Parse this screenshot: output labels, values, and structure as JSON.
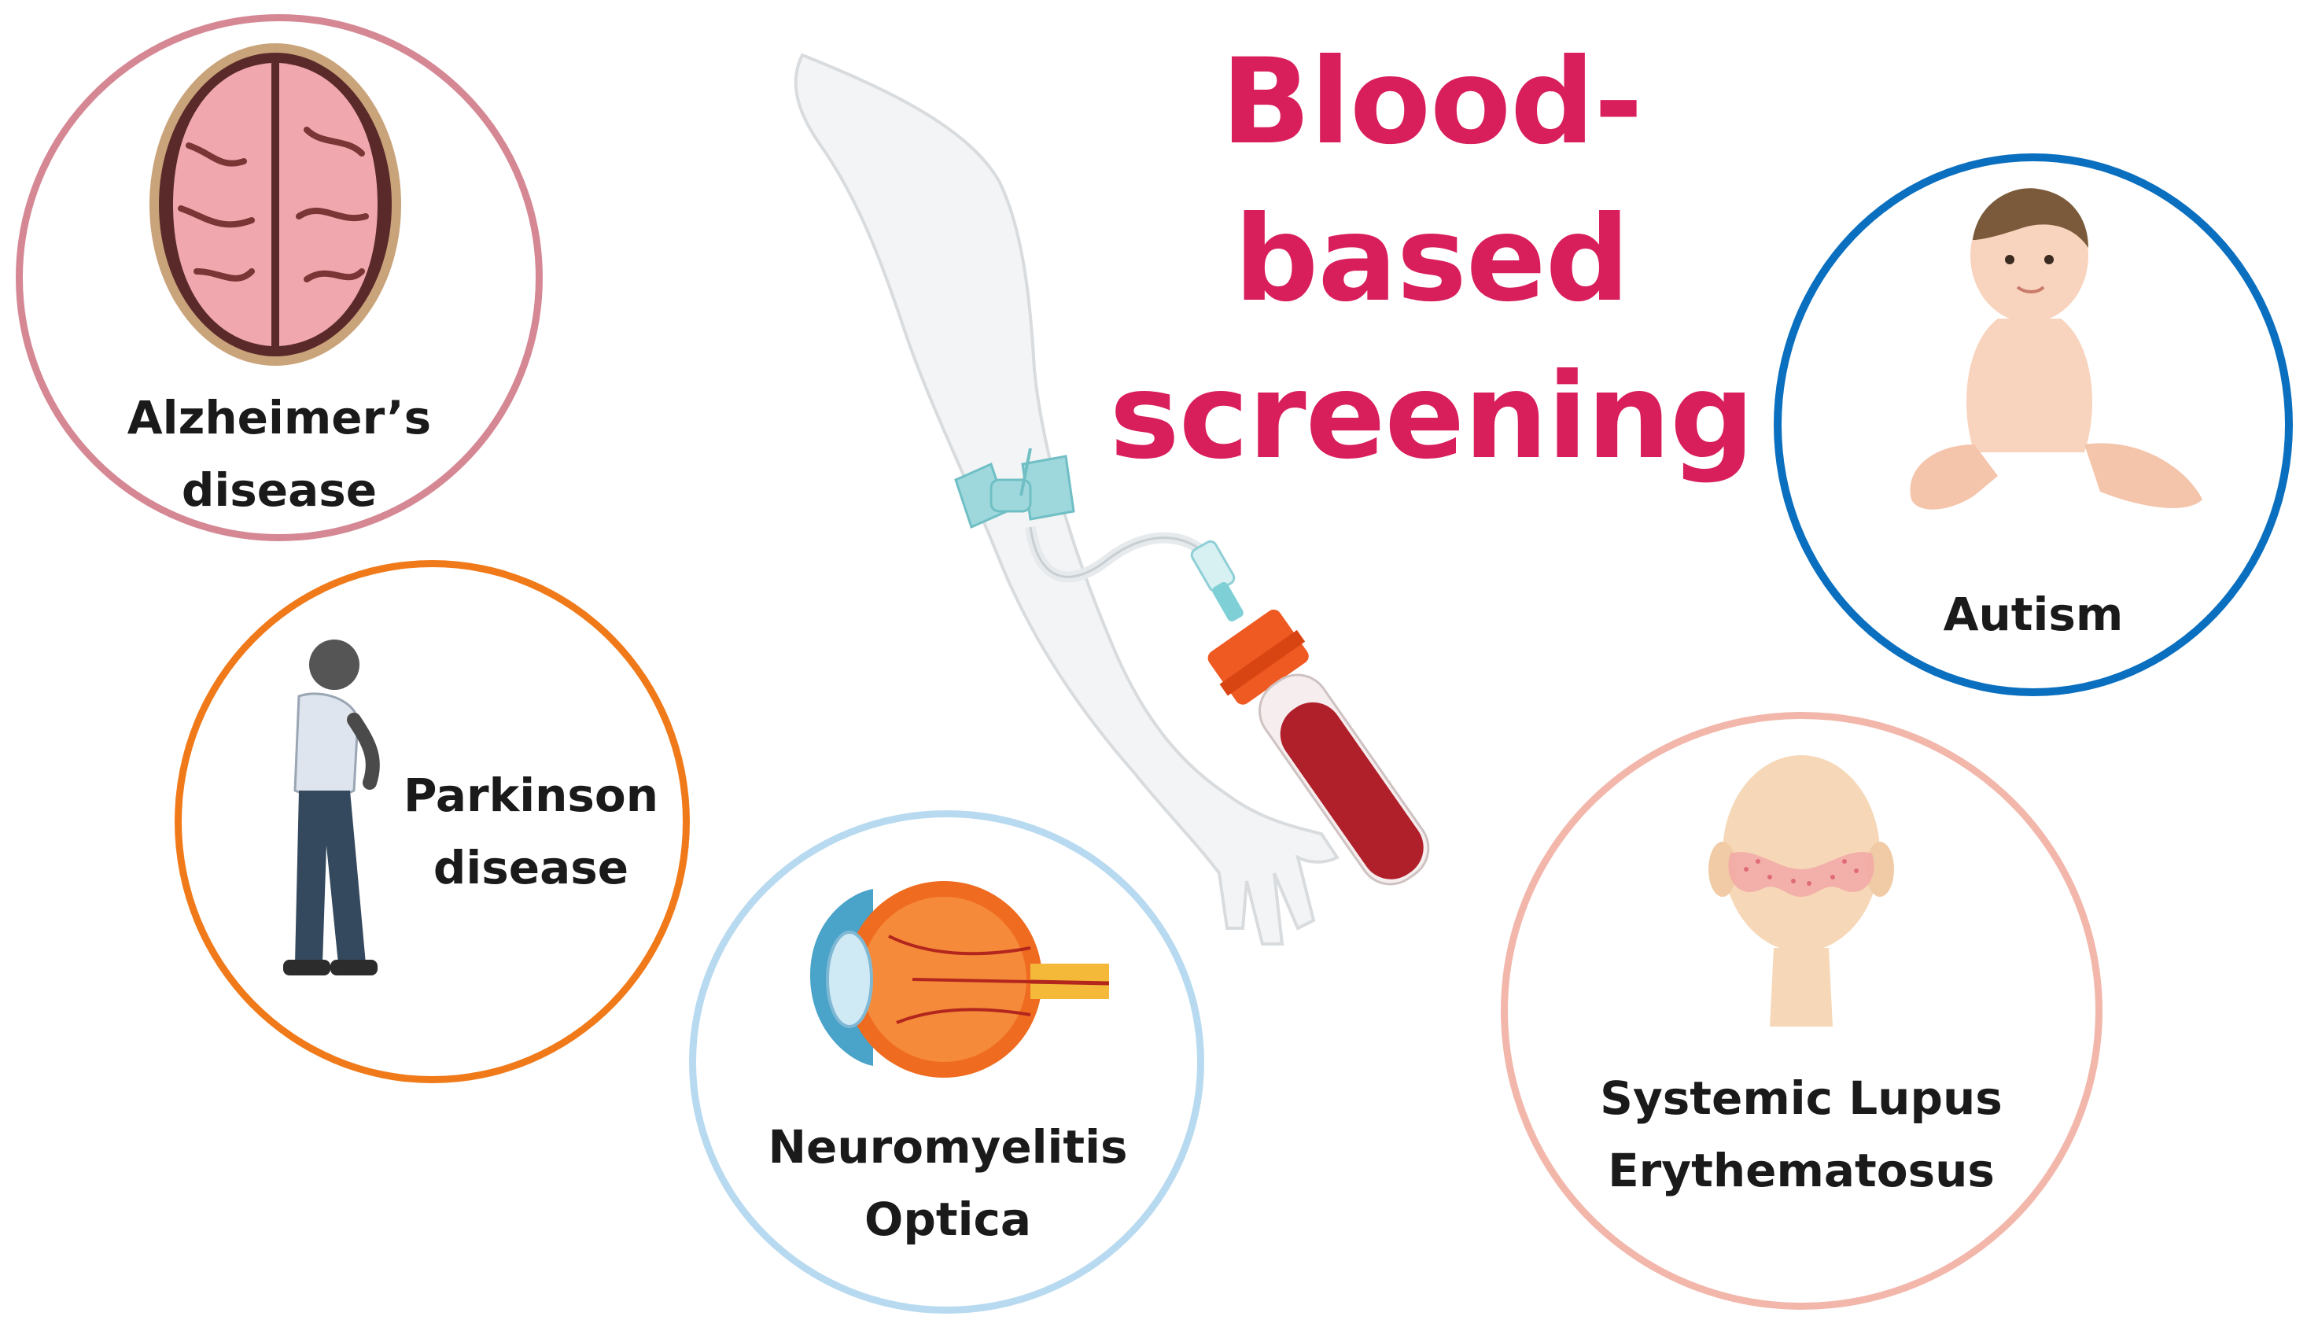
{
  "title": {
    "line1": "Blood-based",
    "line2": "screening"
  },
  "conditions": [
    {
      "id": "alzheimers",
      "line1": "Alzheimer’s",
      "line2": "disease",
      "ring_color": "#d58894",
      "icon": "brain-icon"
    },
    {
      "id": "parkinson",
      "line1": "Parkinson",
      "line2": "disease",
      "ring_color": "#f07a1a",
      "icon": "elderly-man-icon"
    },
    {
      "id": "nmo",
      "line1": "Neuromyelitis",
      "line2": "Optica",
      "ring_color": "#b8daf0",
      "icon": "eye-icon"
    },
    {
      "id": "autism",
      "line1": "Autism",
      "line2": "",
      "ring_color": "#0a6fbf",
      "icon": "baby-icon"
    },
    {
      "id": "sle",
      "line1": "Systemic Lupus",
      "line2": "Erythematosus",
      "ring_color": "#f2b7aa",
      "icon": "face-rash-icon"
    }
  ],
  "colors": {
    "title": "#d81e5b",
    "blood": "#b0202a",
    "tube_cap": "#ef5a23",
    "butterfly": "#9fd8dc"
  }
}
